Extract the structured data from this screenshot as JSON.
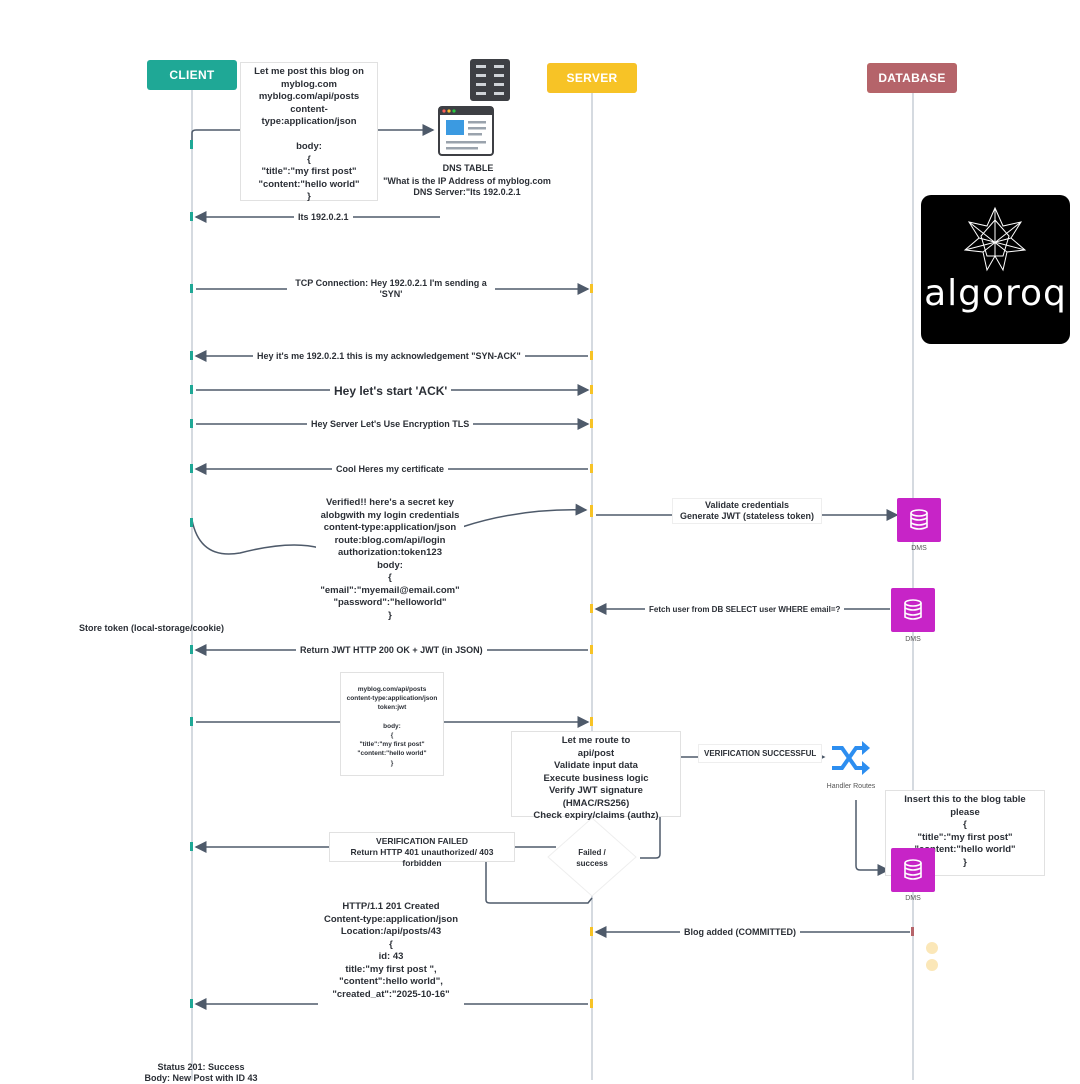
{
  "headers": {
    "client": "CLIENT",
    "server": "SERVER",
    "database": "DATABASE"
  },
  "colors": {
    "client": "#1fa896",
    "server": "#f7c326",
    "database": "#b5646a",
    "dms": "#c724c7",
    "shuffle": "#2d8ef0",
    "arrow": "#4e5a6a"
  },
  "client_request": "Let me post this blog on\nmyblog.com\nmyblog.com/api/posts\ncontent-type:application/json\n\nbody:\n{\n\"title\":\"my first post\"\n\"content:\"hello world\"\n}",
  "dns": {
    "title": "DNS TABLE",
    "query": "\"What is the IP Address of myblog.com\nDNS Server:\"Its 192.0.2.1"
  },
  "messages": {
    "dns_reply": "Its 192.0.2.1",
    "syn": "TCP Connection: Hey 192.0.2.1 I'm sending a\n'SYN'",
    "syn_ack": "Hey it's me 192.0.2.1 this is my acknowledgement \"SYN-ACK\"",
    "ack": "Hey let's start 'ACK'",
    "tls": "Hey Server Let's Use Encryption TLS",
    "certificate": "Cool Heres my certificate",
    "login": "Verified!!  here's a secret key\nalobgwith my login credentials\ncontent-type:application/json\nroute:blog.com/api/login\nauthorization:token123\nbody:\n{\n\"email\":\"myemail@email.com\"\n\"password\":\"helloworld\"\n}",
    "validate": "Validate credentials\nGenerate JWT (stateless token)",
    "fetch_user": "Fetch user from DB SELECT user WHERE email=?",
    "store_token": "Store token (local-storage/cookie)",
    "return_jwt": "Return JWT HTTP 200 OK + JWT (in JSON)",
    "post_request": "myblog.com/api/posts\ncontent-type:application/json\ntoken:jwt\n\nbody:\n{\n\"title\":\"my first post\"\n\"content:\"hello world\"\n}",
    "server_process": "Let me route to\napi/post\nValidate input data\nExecute business logic\nVerify JWT signature (HMAC/RS256)\nCheck expiry/claims (authz)",
    "verification_success": "VERIFICATION SUCCESSFUL",
    "handler_routes": "Handler Routes",
    "insert": "Insert this to the blog table please\n{\n\"title\":\"my first post\"\n\"content:\"hello world\"\n}",
    "verification_failed": "VERIFICATION FAILED\nReturn HTTP 401 unauthorized/ 403 forbidden",
    "decision": "Failed /\nsuccess",
    "created": "HTTP/1.1 201 Created\nContent-type:application/json\nLocation:/api/posts/43\n{\nid: 43\ntitle:\"my first post \",\n\"content\":hello world\",\n\"created_at\":\"2025-10-16\"",
    "blog_added": "Blog added (COMMITTED)",
    "status": "Status 201: Success\nBody: New Post with ID 43"
  },
  "dms_label": "DMS",
  "logo_text": "algoroq",
  "icons": [
    "server-rack-icon",
    "browser-window-icon",
    "database-icon",
    "shuffle-icon",
    "algoroq-logo-icon"
  ]
}
